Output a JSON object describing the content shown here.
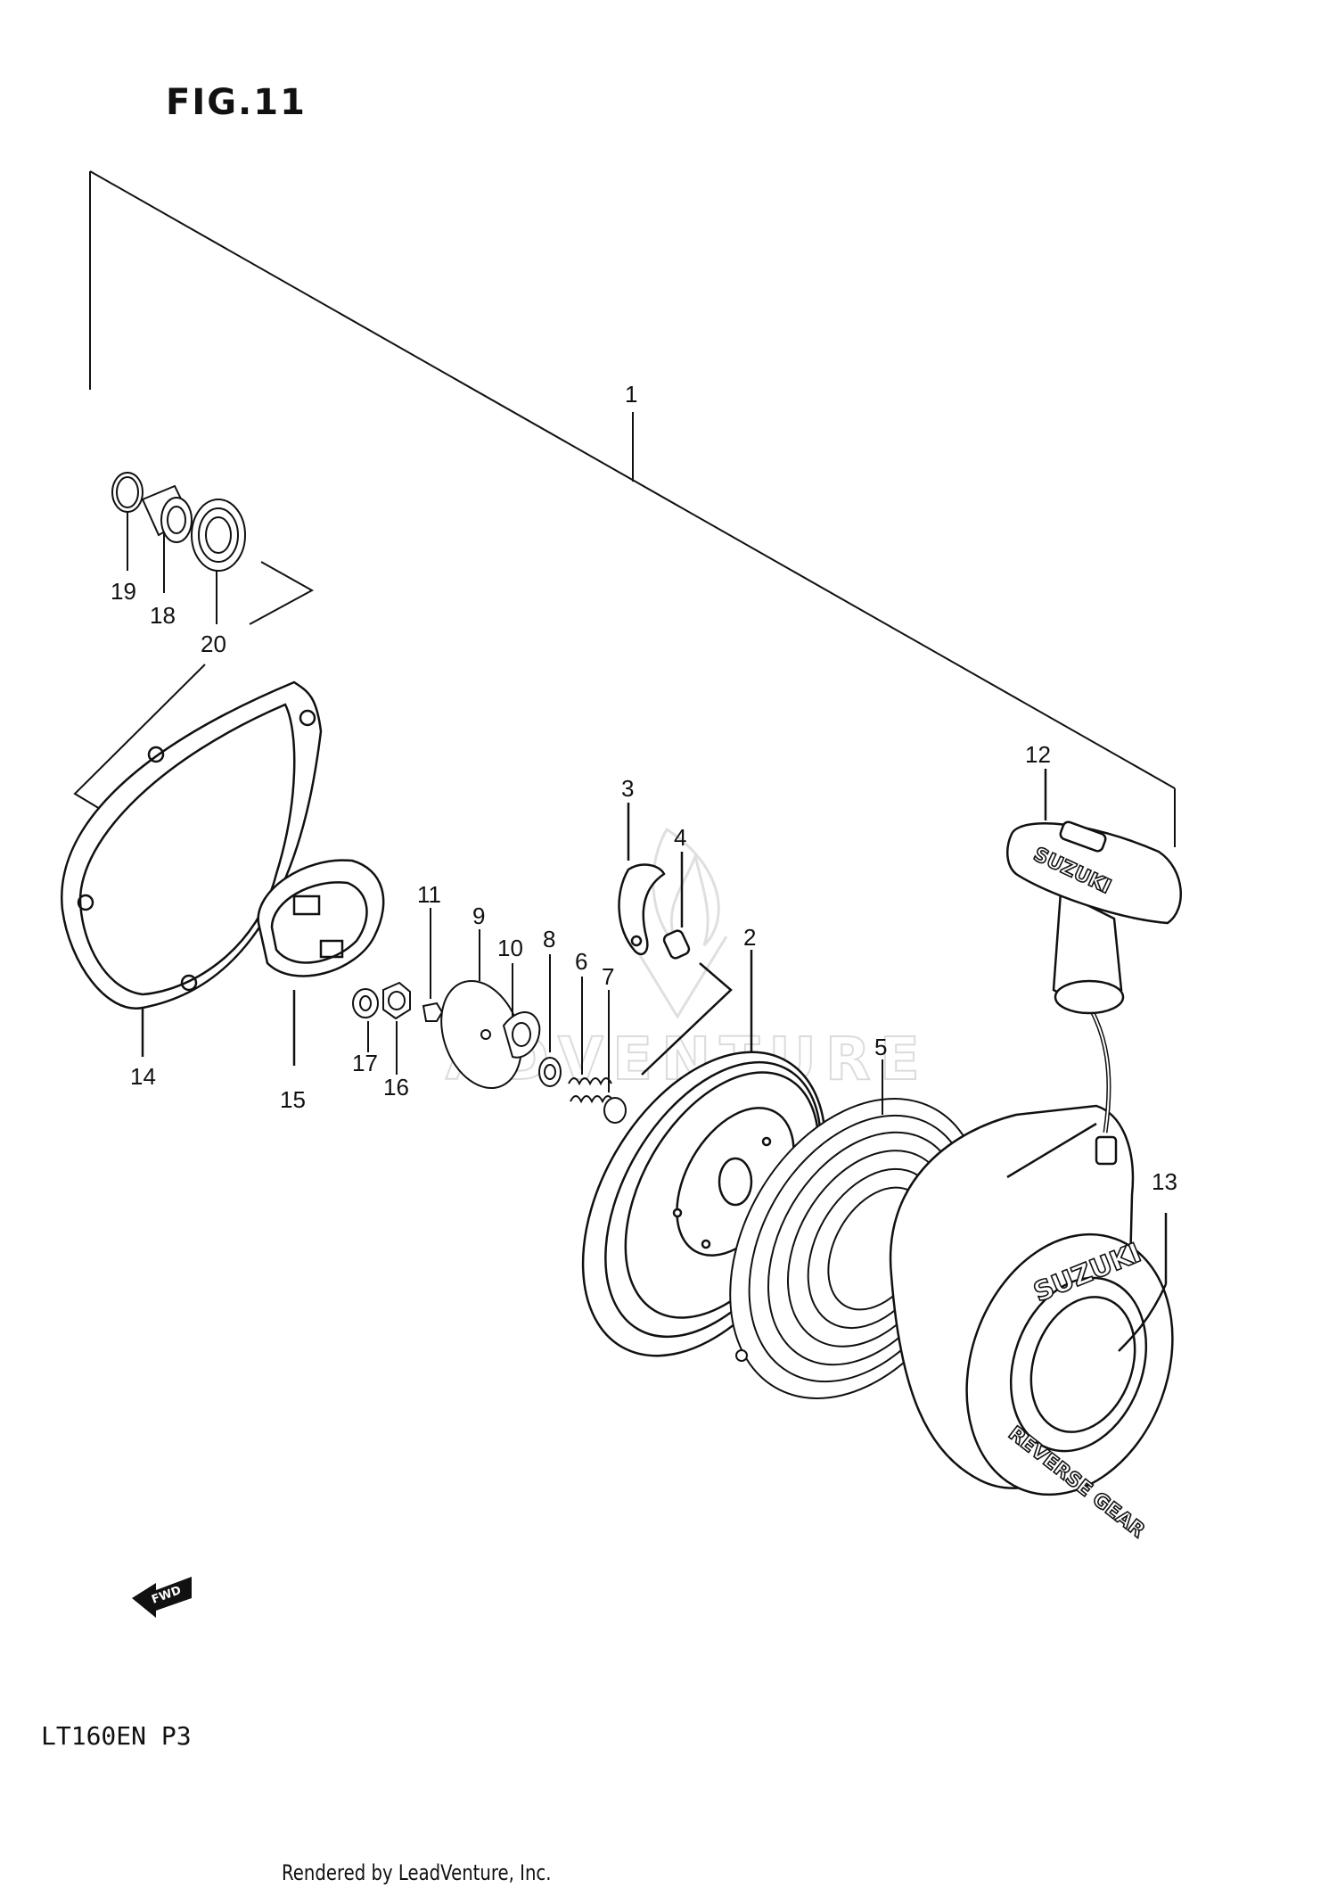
{
  "figure": {
    "title": "FIG.11"
  },
  "footer": {
    "model": "LT160EN P3",
    "credit": "Rendered by LeadVenture, Inc."
  },
  "watermark": {
    "text": "ADVENTURE"
  },
  "fwd_arrow": {
    "label": "FWD"
  },
  "part_branding": {
    "handle_logo": "SUZUKI",
    "cover_logo_top": "SUZUKI",
    "cover_logo_bottom": "REVERSE GEAR"
  },
  "callouts": [
    {
      "id": "1",
      "label": "1"
    },
    {
      "id": "2",
      "label": "2"
    },
    {
      "id": "3",
      "label": "3"
    },
    {
      "id": "4",
      "label": "4"
    },
    {
      "id": "5",
      "label": "5"
    },
    {
      "id": "6",
      "label": "6"
    },
    {
      "id": "7",
      "label": "7"
    },
    {
      "id": "8",
      "label": "8"
    },
    {
      "id": "9",
      "label": "9"
    },
    {
      "id": "10",
      "label": "10"
    },
    {
      "id": "11",
      "label": "11"
    },
    {
      "id": "12",
      "label": "12"
    },
    {
      "id": "13",
      "label": "13"
    },
    {
      "id": "14",
      "label": "14"
    },
    {
      "id": "15",
      "label": "15"
    },
    {
      "id": "16",
      "label": "16"
    },
    {
      "id": "17",
      "label": "17"
    },
    {
      "id": "18",
      "label": "18"
    },
    {
      "id": "19",
      "label": "19"
    },
    {
      "id": "20",
      "label": "20"
    }
  ]
}
